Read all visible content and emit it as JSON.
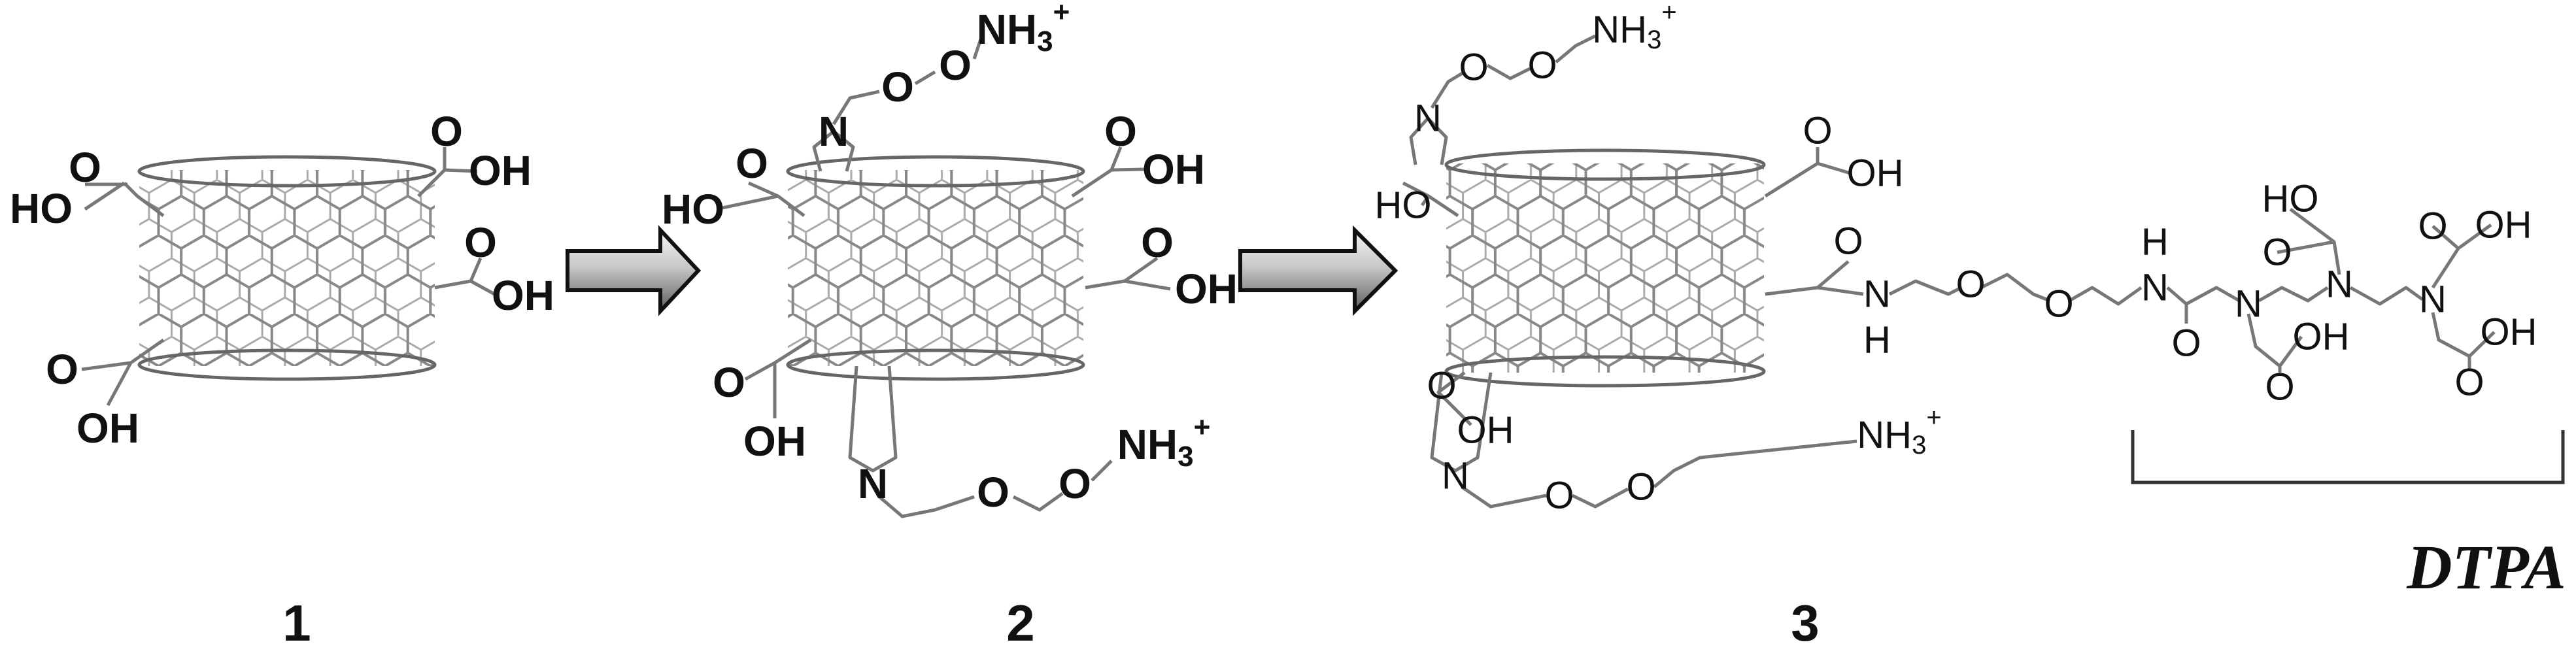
{
  "compounds": [
    {
      "label": "1",
      "atoms": [
        "HO",
        "O",
        "O",
        "OH",
        "O",
        "OH",
        "O",
        "OH"
      ]
    },
    {
      "label": "2",
      "atoms": [
        "N",
        "O",
        "O",
        "O",
        "HO",
        "O",
        "OH",
        "O",
        "OH",
        "O",
        "OH",
        "N",
        "O",
        "O"
      ],
      "amines": [
        {
          "base": "NH",
          "sub": "3",
          "charge": "+"
        },
        {
          "base": "NH",
          "sub": "3",
          "charge": "+"
        }
      ]
    },
    {
      "label": "3",
      "atoms": [
        "N",
        "O",
        "O",
        "HO",
        "O",
        "OH",
        "O",
        "OH",
        "N",
        "O",
        "O",
        "O",
        "N",
        "H",
        "O",
        "O",
        "H",
        "N",
        "O",
        "N",
        "O",
        "HO",
        "N",
        "OH",
        "O",
        "N",
        "O",
        "OH",
        "OH",
        "O"
      ],
      "amines": [
        {
          "base": "NH",
          "sub": "3",
          "charge": "+"
        },
        {
          "base": "NH",
          "sub": "3",
          "charge": "+"
        }
      ]
    }
  ],
  "bracket_label": "DTPA",
  "colors": {
    "bond": "#777777",
    "text": "#111111",
    "arrow_light": "#f2f2f2",
    "arrow_dark": "#6a6a6a"
  },
  "icons": [
    "reaction-arrow",
    "reaction-arrow"
  ]
}
